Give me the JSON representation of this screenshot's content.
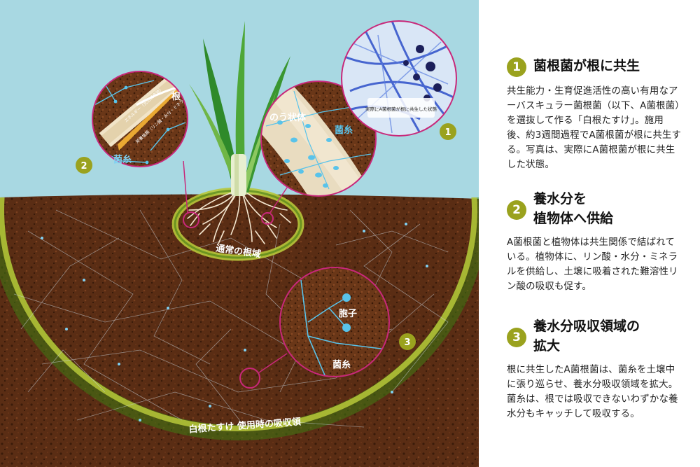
{
  "diagram": {
    "labels": {
      "normal_root_zone": "通常の根域",
      "expanded_zone": "白根たすけ 使用時の吸収領",
      "root": "根",
      "hyphae": "菌糸",
      "vesicle": "のう状体",
      "spore": "胞子",
      "energy_arrow": "エネルギー（光合成産物）",
      "nutrient_arrow": "栄養塩類（リン酸・水分・ミネラル）",
      "photo_caption": "実際にA菌根菌が根に共生した状態"
    },
    "markers": [
      "1",
      "2",
      "3"
    ]
  },
  "sections": [
    {
      "number": "1",
      "title_lines": [
        "菌根菌が根に共生"
      ],
      "body": "共生能力・生育促進活性の高い有用なアーバスキュラー菌根菌（以下、A菌根菌）を選抜して作る「白根たすけ」。施用後、約3週間過程でA菌根菌が根に共生する。写真は、実際にA菌根菌が根に共生した状態。"
    },
    {
      "number": "2",
      "title_lines": [
        "養水分を",
        "植物体へ供給"
      ],
      "body": "A菌根菌と植物体は共生関係で結ばれている。植物体に、リン酸・水分・ミネラルを供給し、土壌に吸着された難溶性リン酸の吸収も促す。"
    },
    {
      "number": "3",
      "title_lines": [
        "養水分吸収領域の",
        "拡大"
      ],
      "body": "根に共生したA菌根菌は、菌糸を土壌中に張り巡らせ、養水分吸収領域を拡大。菌糸は、根では吸収できないわずかな養水分もキャッチして吸収する。"
    }
  ],
  "colors": {
    "sky": "#a8d8e2",
    "soil": "#5a2d14",
    "accent_green": "#9aa21e",
    "circle_border": "#c8287a",
    "hyphae": "#59c3ea"
  }
}
